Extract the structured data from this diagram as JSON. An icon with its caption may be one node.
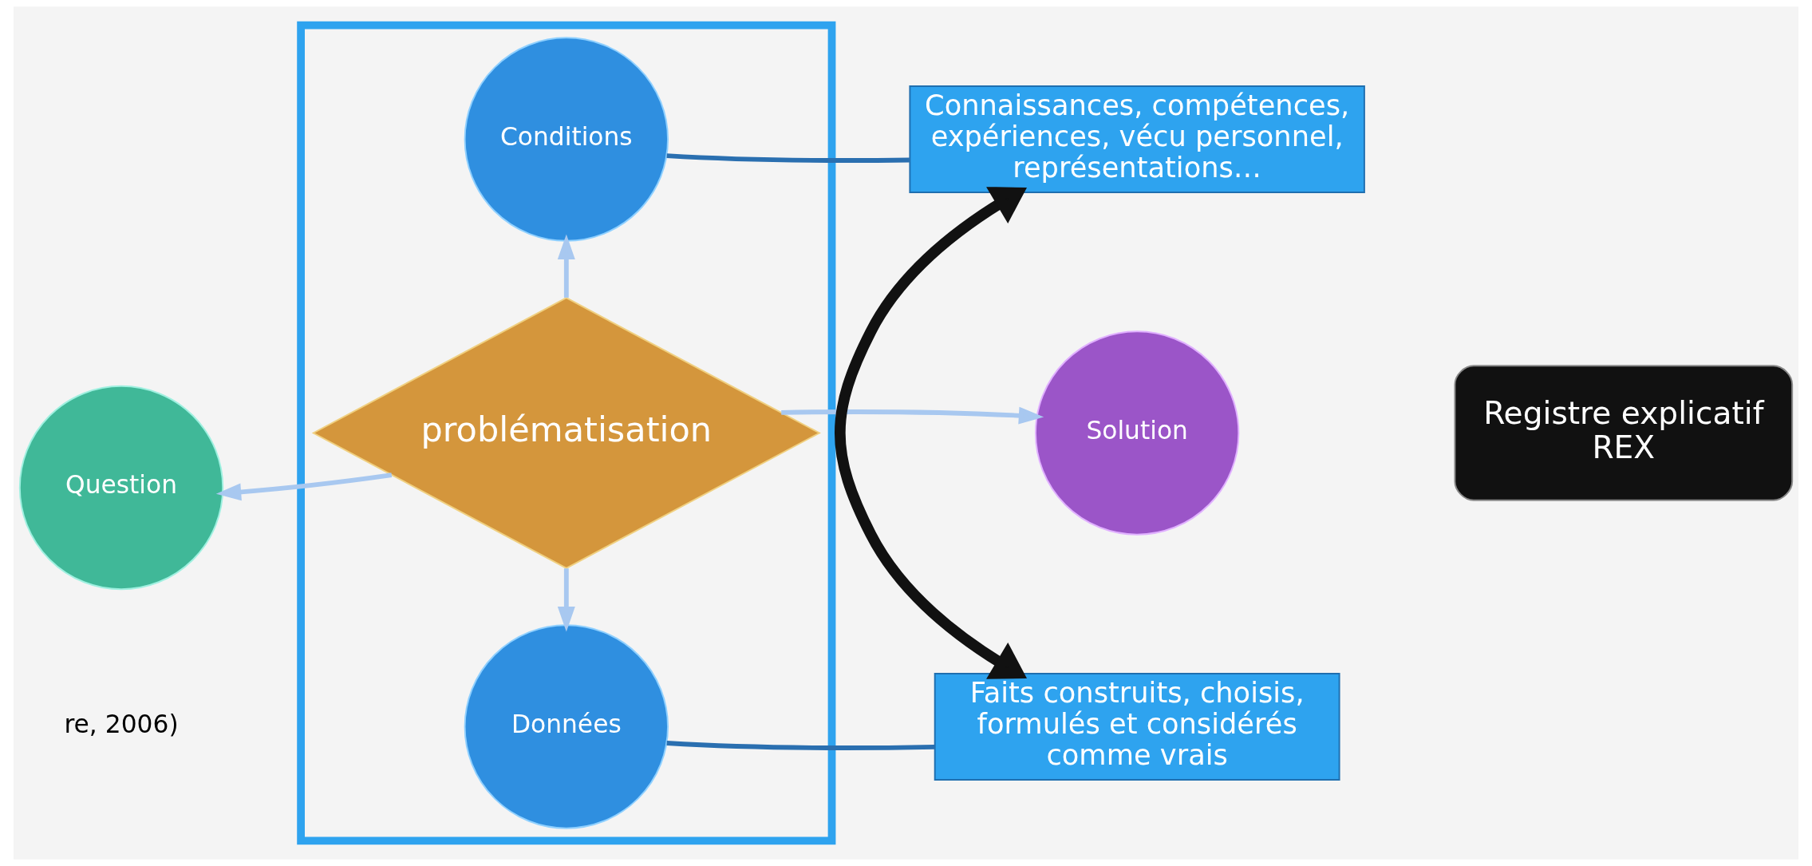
{
  "diagram": {
    "nodes": [
      {
        "text": [],
        "shape": "box"
      },
      {
        "text": [
          "Conditions"
        ],
        "in": 0
      },
      {
        "text": [
          "Connaissances, compétences, expériences, vécu personnel, représentations…"
        ]
      },
      {
        "text": [
          "Question"
        ]
      },
      {
        "text": [
          "problématisation"
        ],
        "in": 0
      },
      {
        "text": [
          "Solution"
        ]
      },
      {
        "text": [
          "Registre explicatif REX"
        ]
      },
      {
        "text": [
          "Données"
        ],
        "in": 0
      },
      {
        "text": [
          "Faits construits, choisis, formulés et considérés comme vrais"
        ]
      }
    ],
    "edges": [
      {
        "from": 4,
        "to": 1,
        "arrow": "to"
      },
      {
        "from": 4,
        "to": 3,
        "arrow": "to"
      },
      {
        "from": 4,
        "to": 5,
        "arrow": "to"
      },
      {
        "from": 4,
        "to": 7,
        "arrow": "to"
      },
      {
        "from": 1,
        "to": 2,
        "arrow": "none",
        "color": "#2a6fb0"
      },
      {
        "from": 7,
        "to": 8,
        "arrow": "none",
        "color": "#2a6fb0"
      },
      {
        "from": 2,
        "to": 8,
        "arrow": "both",
        "style": "thick",
        "color": "#111111"
      }
    ],
    "labels": [
      "re, 2006)"
    ]
  }
}
